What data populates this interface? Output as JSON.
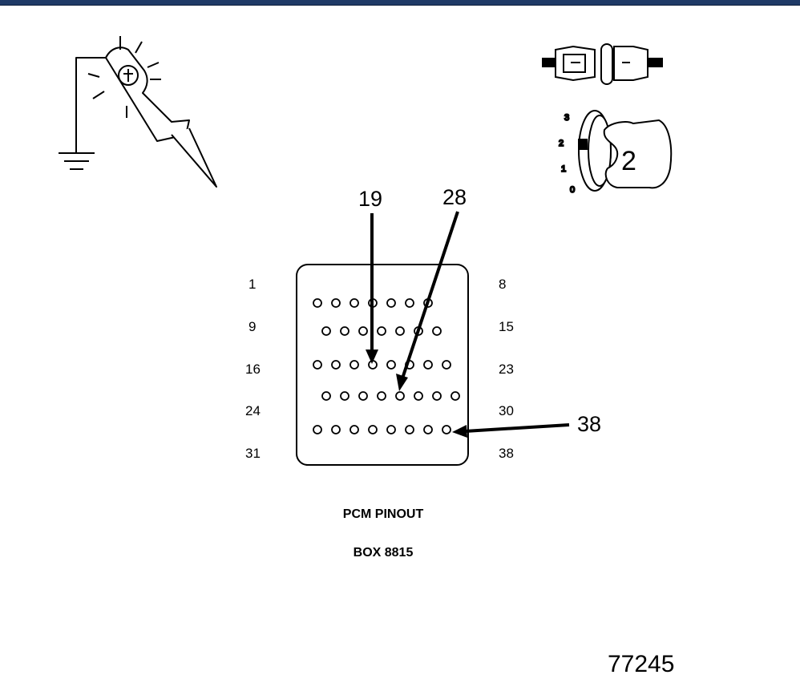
{
  "pin_labels_left": [
    "1",
    "9",
    "16",
    "24",
    "31"
  ],
  "pin_labels_right": [
    "8",
    "15",
    "23",
    "30",
    "38"
  ],
  "callouts": [
    "19",
    "28",
    "38"
  ],
  "caption_line1": "PCM PINOUT",
  "caption_line2": "BOX 8815",
  "figure_number": "77245",
  "ignition_positions": [
    "3",
    "2",
    "1",
    "0"
  ],
  "ignition_key_number": "2",
  "pin_rows": [
    7,
    7,
    8,
    8,
    8
  ],
  "icons": [
    "test-light-icon",
    "ground-symbol-icon",
    "connector-disconnect-icon",
    "ignition-key-icon"
  ]
}
